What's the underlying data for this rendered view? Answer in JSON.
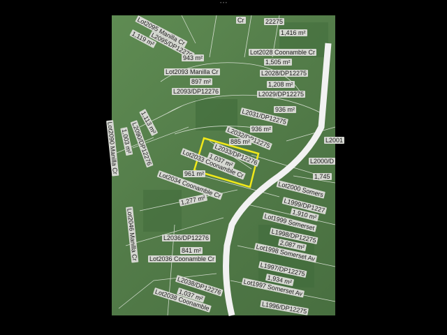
{
  "window": {
    "dots": "• • •"
  },
  "map": {
    "highlight_color": "#f0e81a",
    "road_color": "#f2f2f2",
    "labels": [
      {
        "id": "l1",
        "text": "Lot2095 Manilla Cr"
      },
      {
        "id": "l2",
        "text": "1,119 m²"
      },
      {
        "id": "l3",
        "text": "L2095/DP12276"
      },
      {
        "id": "l4",
        "text": "Cr"
      },
      {
        "id": "l5",
        "text": "22275"
      },
      {
        "id": "l6",
        "text": "1,416 m²"
      },
      {
        "id": "l7",
        "text": "Lot2028 Coonamble Cr"
      },
      {
        "id": "l8",
        "text": "943 m²"
      },
      {
        "id": "l9",
        "text": "1,505 m²"
      },
      {
        "id": "l10",
        "text": "Lot2093 Manilla Cr"
      },
      {
        "id": "l11",
        "text": "L2028/DP12275"
      },
      {
        "id": "l12",
        "text": "897 m²"
      },
      {
        "id": "l13",
        "text": "1,208 m²"
      },
      {
        "id": "l14",
        "text": "L2093/DP12276"
      },
      {
        "id": "l15",
        "text": "L2029/DP12275"
      },
      {
        "id": "l16",
        "text": "936 m²"
      },
      {
        "id": "l17",
        "text": "L2031/DP12275"
      },
      {
        "id": "l18",
        "text": "1,113 m²"
      },
      {
        "id": "l19",
        "text": "936 m²"
      },
      {
        "id": "l20",
        "text": "Lot2090 Manilla Cr"
      },
      {
        "id": "l21",
        "text": "L2090/DP12276"
      },
      {
        "id": "l22",
        "text": "1,003 m²"
      },
      {
        "id": "l23",
        "text": "L2032/DP12275"
      },
      {
        "id": "l24",
        "text": "885 m²"
      },
      {
        "id": "l25",
        "text": "L2033/DP12276"
      },
      {
        "id": "l26",
        "text": "1,037 m²"
      },
      {
        "id": "l27",
        "text": "Lot2033 Coonamble Cr"
      },
      {
        "id": "l28",
        "text": "961 m²"
      },
      {
        "id": "l29",
        "text": "Lot2034 Coonamble Cr"
      },
      {
        "id": "l30",
        "text": "1,277 m²"
      },
      {
        "id": "l31",
        "text": "L2001"
      },
      {
        "id": "l32",
        "text": "L2000/D"
      },
      {
        "id": "l33",
        "text": "1,745"
      },
      {
        "id": "l34",
        "text": "Lot2000 Somers"
      },
      {
        "id": "l35",
        "text": "L1999/DP1227"
      },
      {
        "id": "l36",
        "text": "1,910 m²"
      },
      {
        "id": "l37",
        "text": "Lot1999 Somerset"
      },
      {
        "id": "l38",
        "text": "Lot2046 Manilla Cr"
      },
      {
        "id": "l39",
        "text": "L2036/DP12276"
      },
      {
        "id": "l40",
        "text": "841 m²"
      },
      {
        "id": "l41",
        "text": "Lot2036 Coonamble Cr"
      },
      {
        "id": "l42",
        "text": "L1998/DP12275"
      },
      {
        "id": "l43",
        "text": "2,087 m²"
      },
      {
        "id": "l44",
        "text": "Lot1998 Somerset Av"
      },
      {
        "id": "l45",
        "text": "L1997/DP12275"
      },
      {
        "id": "l46",
        "text": "1,934 m²"
      },
      {
        "id": "l47",
        "text": "L2038/DP12276"
      },
      {
        "id": "l48",
        "text": "1,037 m²"
      },
      {
        "id": "l49",
        "text": "Lot2038 Coonamble"
      },
      {
        "id": "l50",
        "text": "Lot1997 Somerset Av"
      },
      {
        "id": "l51",
        "text": "L1996/DP12275"
      }
    ]
  }
}
